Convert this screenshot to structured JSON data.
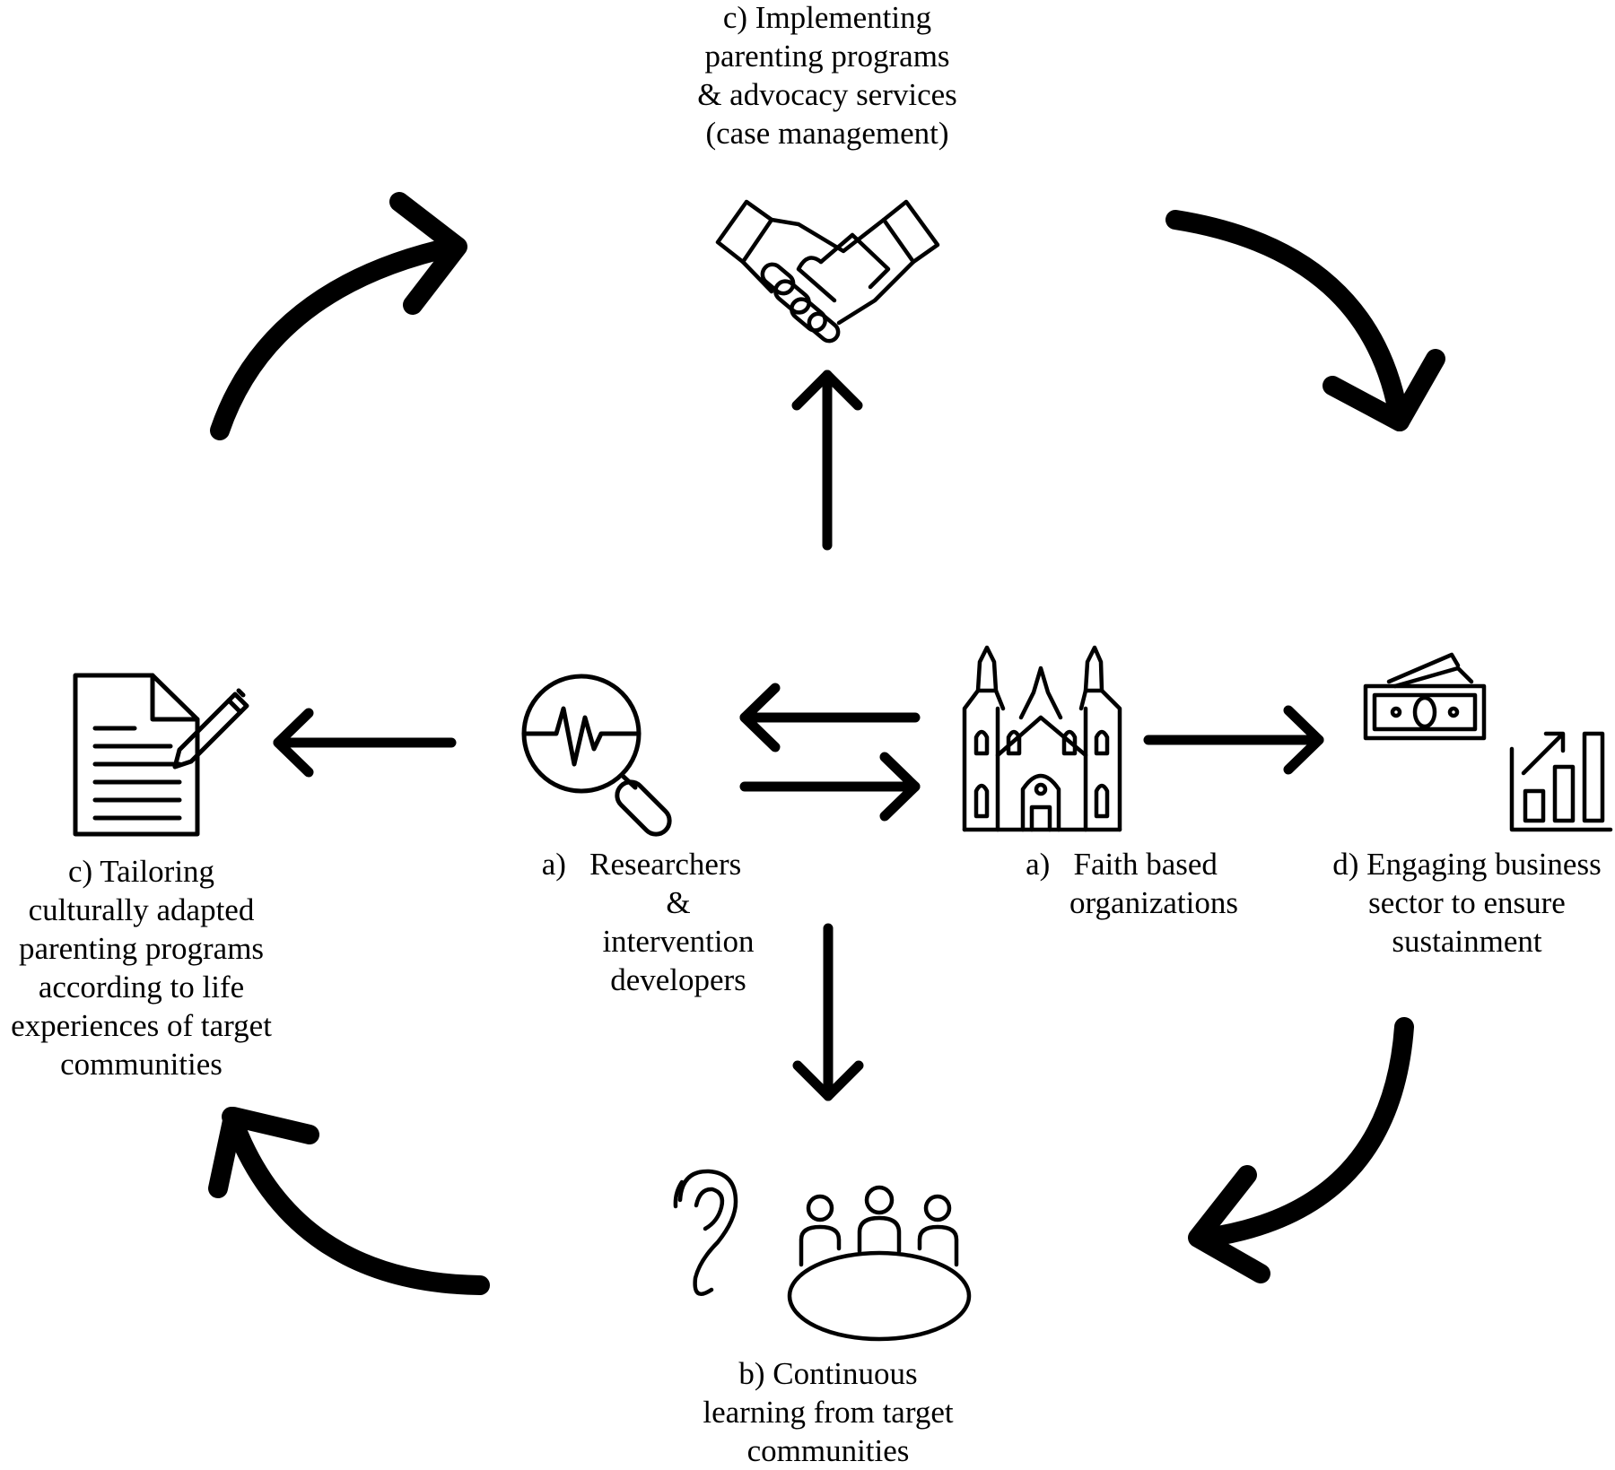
{
  "labels": {
    "implementing": [
      "c) Implementing",
      "parenting programs",
      "& advocacy services",
      "(case management)"
    ],
    "researchers": [
      "a)   Researchers",
      "&",
      "intervention",
      "developers"
    ],
    "faith": [
      "a)   Faith based",
      "organizations"
    ],
    "business": [
      "d) Engaging business",
      "sector to ensure",
      "sustainment"
    ],
    "tailoring": [
      "c) Tailoring",
      "culturally adapted",
      "parenting programs",
      "according to life",
      "experiences of target",
      "communities"
    ],
    "learning": [
      "b) Continuous",
      "learning from target",
      "communities"
    ]
  },
  "icons": {
    "implementing": "handshake-icon",
    "researchers": "magnifier-analysis-icon",
    "faith": "cathedral-icon",
    "business": "money-and-growth-chart-icon",
    "tailoring": "document-signing-icon",
    "learning": "ear-and-meeting-table-icon"
  },
  "colors": {
    "ink": "#000000",
    "background": "#ffffff"
  }
}
